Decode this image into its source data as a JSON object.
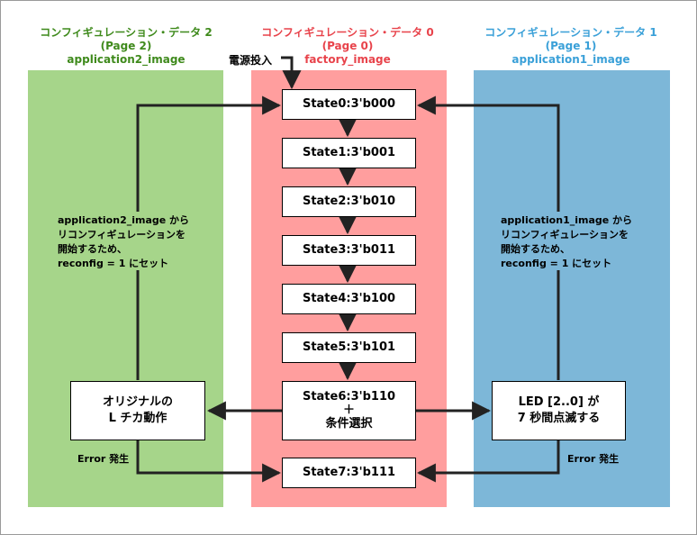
{
  "colors": {
    "green_panel": "#a6d58a",
    "red_panel": "#ff9e9e",
    "blue_panel": "#7db7d8",
    "green_text": "#3f8a1c",
    "red_text": "#e8434b",
    "blue_text": "#3aa0d8"
  },
  "headers": {
    "left": {
      "line1": "コンフィギュレーション・データ 2",
      "line2": "(Page 2)",
      "line3": "application2_image"
    },
    "center": {
      "line1": "コンフィギュレーション・データ 0",
      "line2": "(Page 0)",
      "line3": "factory_image"
    },
    "right": {
      "line1": "コンフィギュレーション・データ 1",
      "line2": "(Page 1)",
      "line3": "application1_image"
    }
  },
  "power_on": "電源投入",
  "states": [
    "State0:3'b000",
    "State1:3'b001",
    "State2:3'b010",
    "State3:3'b011",
    "State4:3'b100",
    "State5:3'b101",
    "State6:3'b110",
    "State7:3'b111"
  ],
  "state6_extra": {
    "plus": "＋",
    "condition": "条件選択"
  },
  "left_action": {
    "line1": "オリジナルの",
    "line2": "L チカ動作"
  },
  "right_action": {
    "line1": "LED [2..0] が",
    "line2": "7 秒間点滅する"
  },
  "left_note": {
    "line1": "application2_image から",
    "line2": "リコンフィギュレーションを",
    "line3": "開始するため、",
    "line4": "reconfig = 1 にセット"
  },
  "right_note": {
    "line1": "application1_image から",
    "line2": "リコンフィギュレーションを",
    "line3": "開始するため、",
    "line4": "reconfig = 1 にセット"
  },
  "error_left": "Error 発生",
  "error_right": "Error 発生"
}
